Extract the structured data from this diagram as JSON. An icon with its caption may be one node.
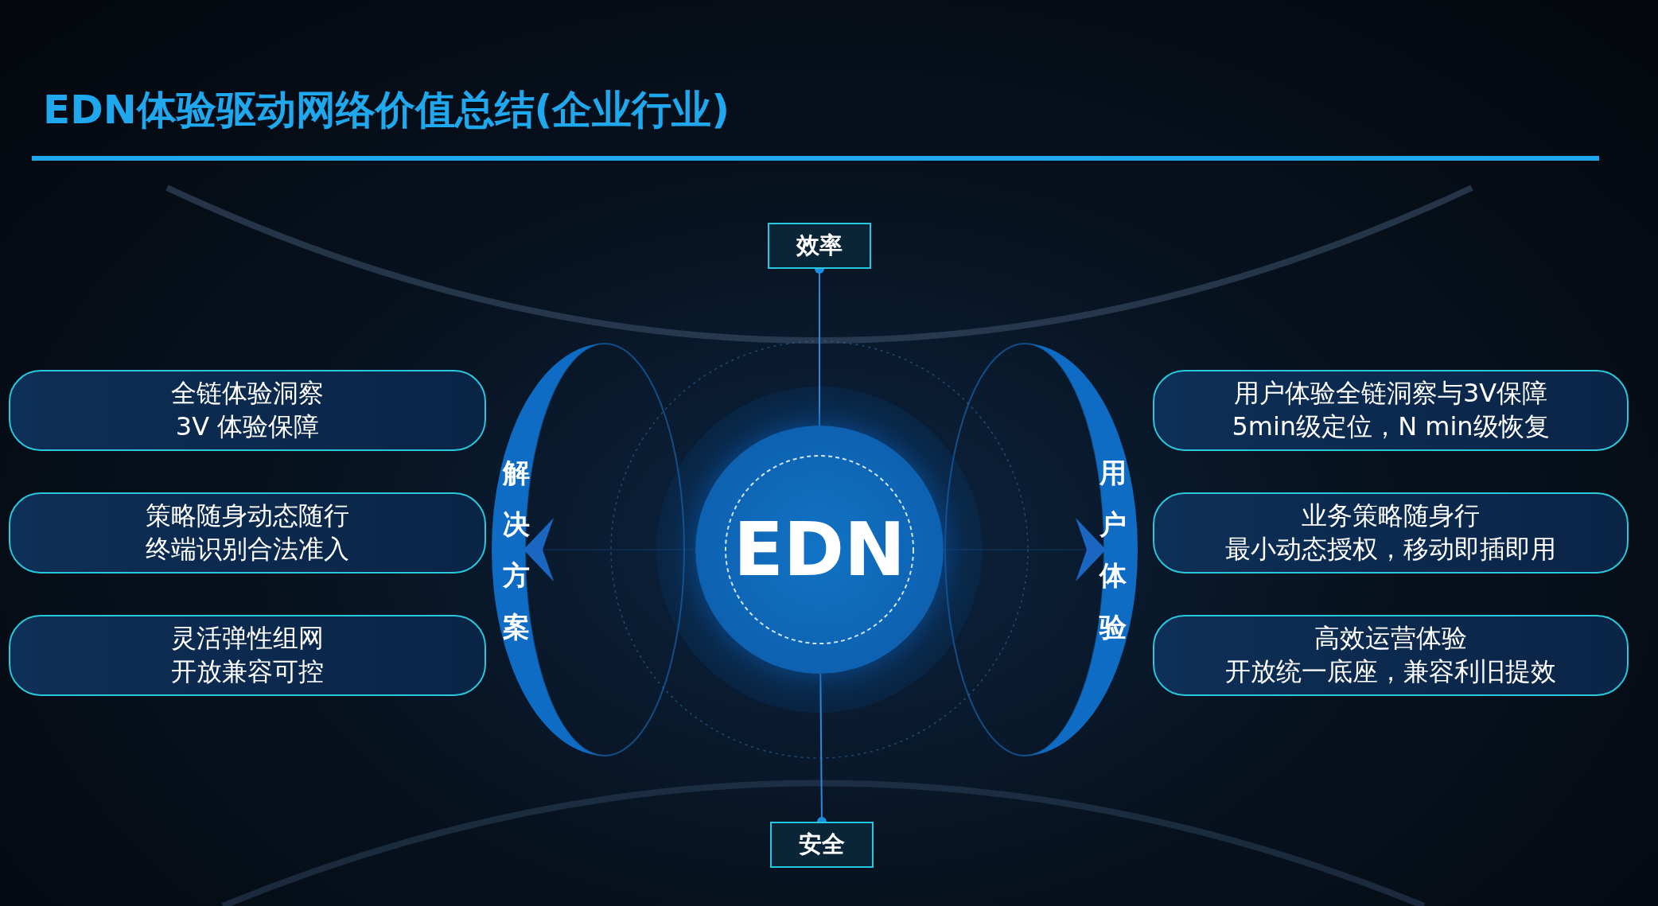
{
  "diagram": {
    "title": "EDN体验驱动网络价值总结(企业行业)",
    "nodes": [
      {
        "text": [
          "效率"
        ]
      },
      {
        "text": [
          "解决方案"
        ]
      },
      {
        "text": [
          "EDN"
        ]
      },
      {
        "text": [
          "用户体验"
        ]
      },
      {
        "text": [
          "全链体验洞察",
          "3V 体验保障"
        ]
      },
      {
        "text": [
          "策略随身动态随行",
          "终端识别合法准入"
        ]
      },
      {
        "text": [
          "灵活弹性组网",
          "开放兼容可控"
        ]
      },
      {
        "text": [
          "用户体验全链洞察与3V保障",
          "5min级定位，N min级恢复"
        ]
      },
      {
        "text": [
          "业务策略随身行",
          "最小动态授权，移动即插即用"
        ]
      },
      {
        "text": [
          "高效运营体验",
          "开放统一底座，兼容利旧提效"
        ]
      },
      {
        "text": [
          "安全"
        ]
      }
    ],
    "edges": [
      {
        "from": 0,
        "to": 2,
        "arrow": "other"
      },
      {
        "from": 10,
        "to": 2,
        "arrow": "other"
      },
      {
        "from": 2,
        "to": 1,
        "arrow": "to"
      },
      {
        "from": 2,
        "to": 3,
        "arrow": "to"
      }
    ]
  }
}
